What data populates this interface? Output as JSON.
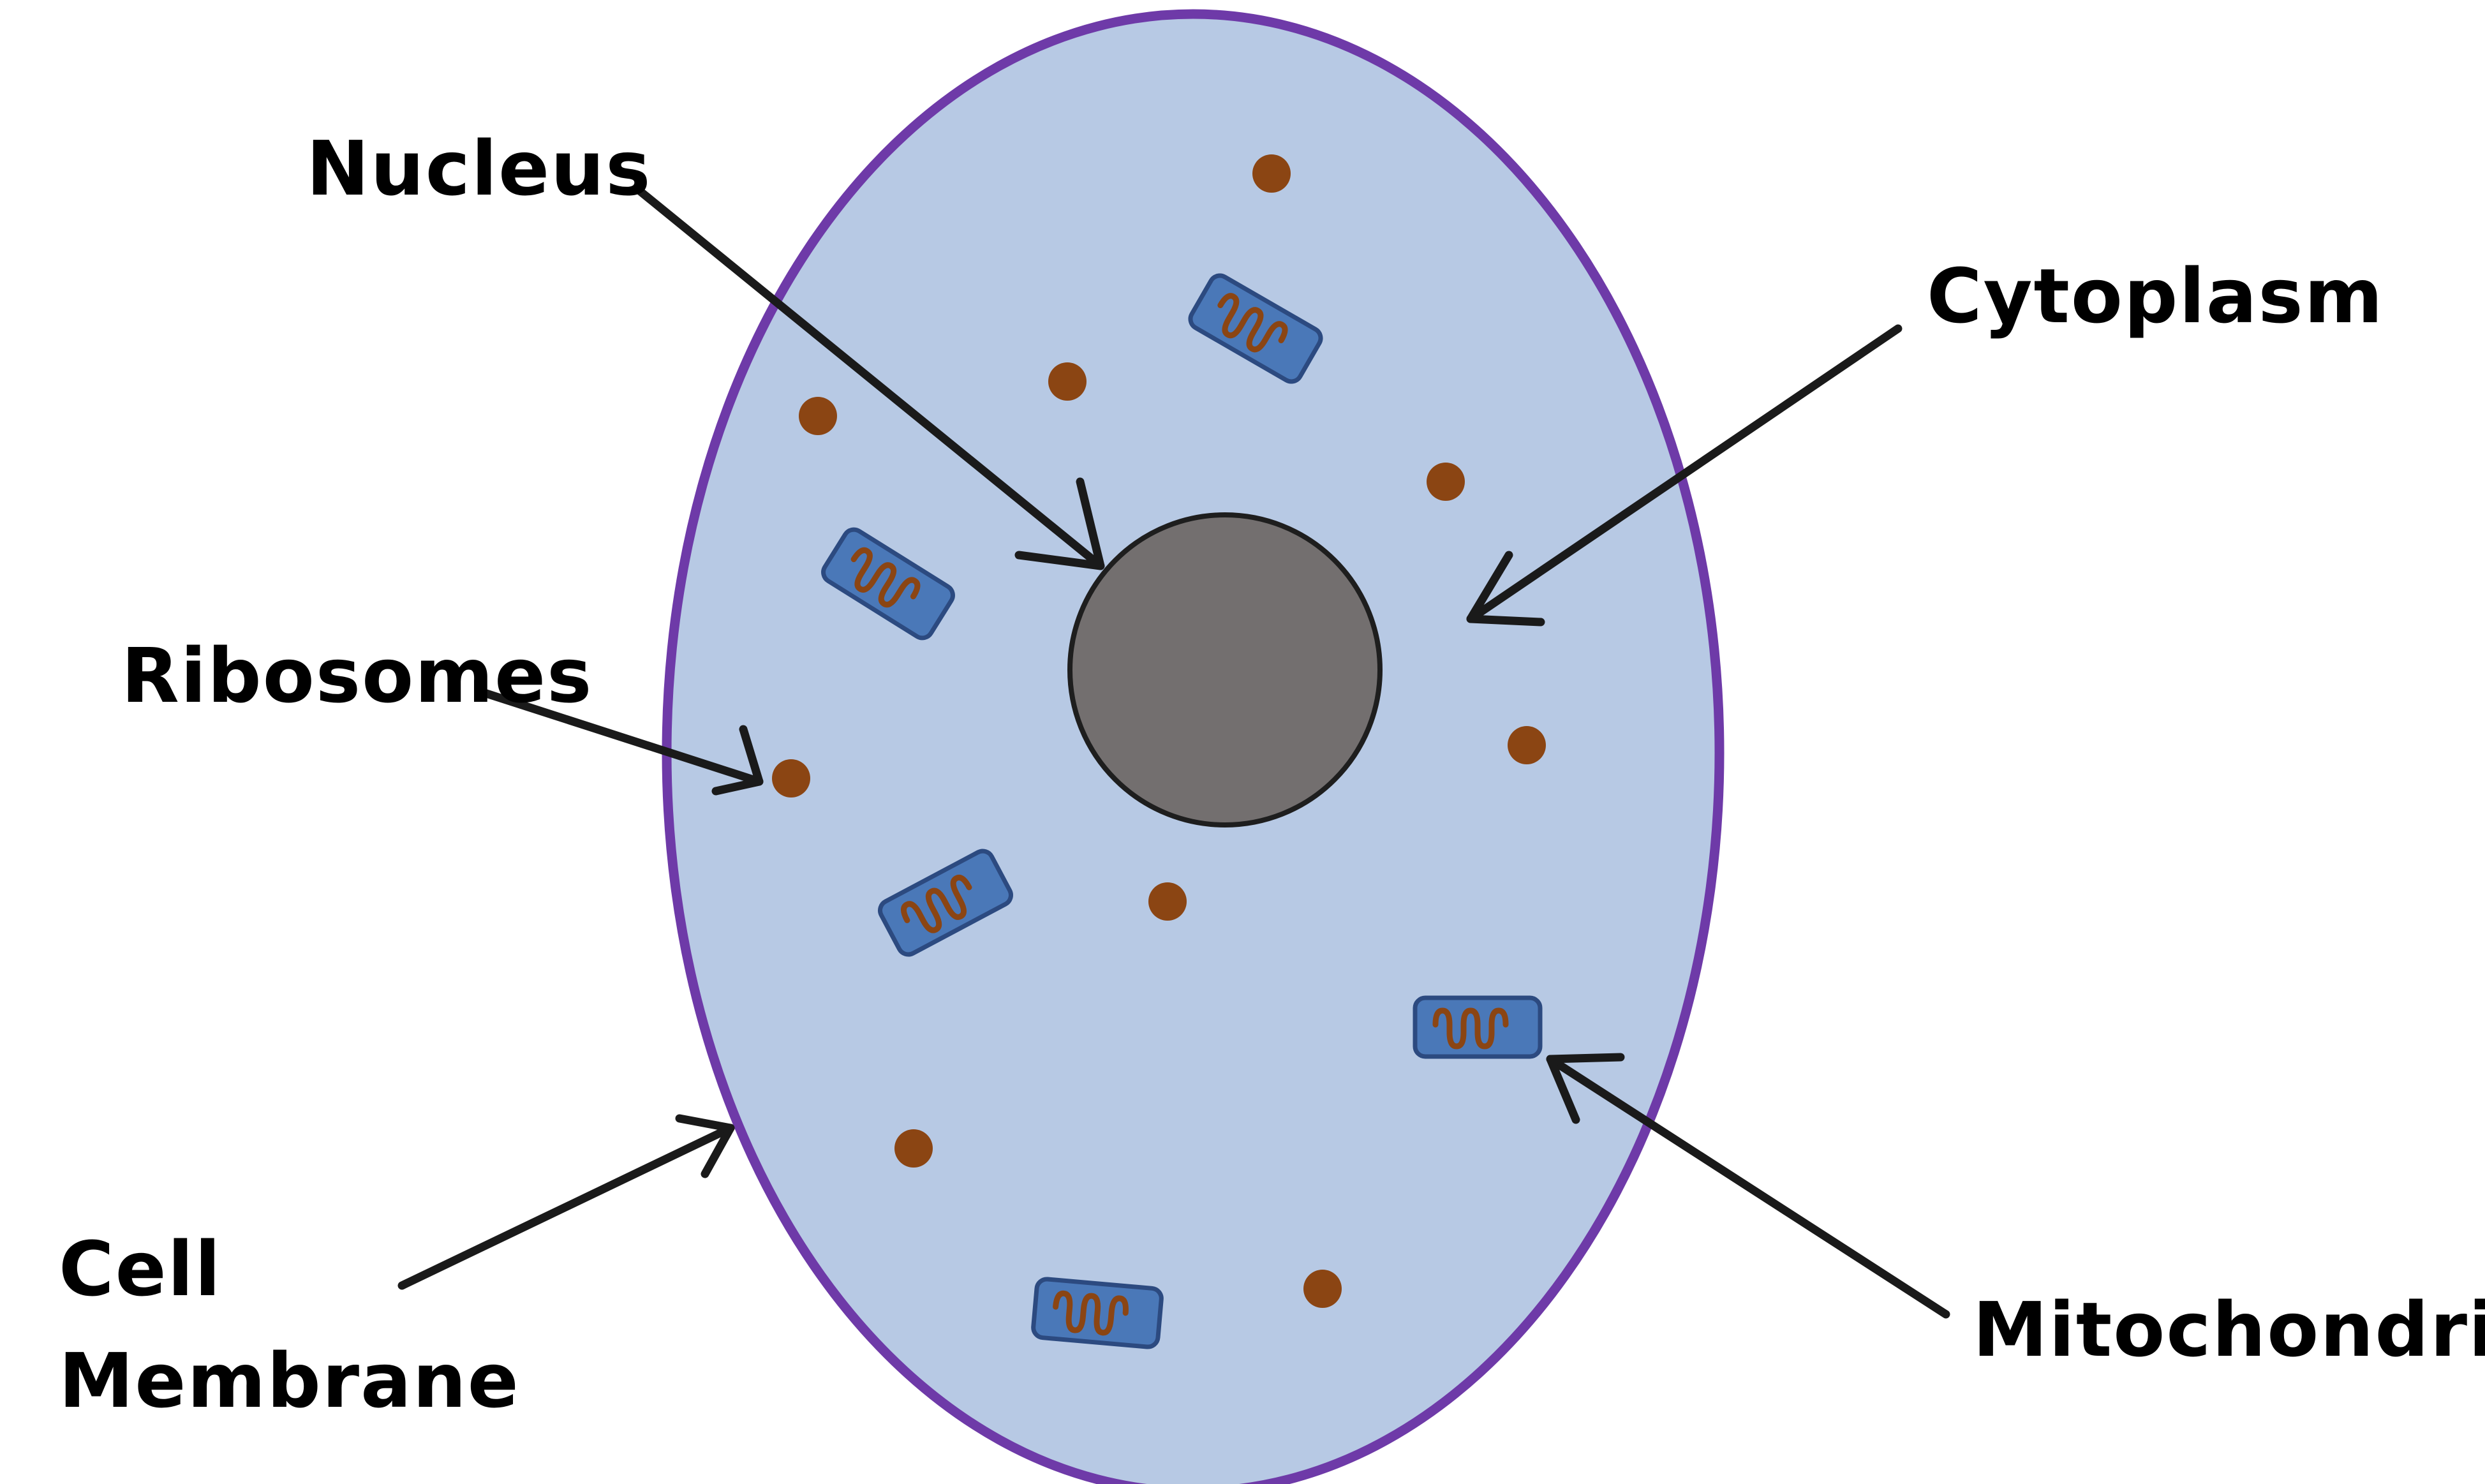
{
  "labels": {
    "nucleus": "Nucleus",
    "cytoplasm": "Cytoplasm",
    "ribosomes": "Ribosomes",
    "cell_membrane_line1": "Cell",
    "cell_membrane_line2": "Membrane",
    "mitochondria": "Mitochondria"
  },
  "colors": {
    "cytoplasm_fill": "#b7c9e4",
    "membrane_stroke": "#6e3aa8",
    "nucleus_fill": "#736f6f",
    "nucleus_stroke": "#1e1e1e",
    "ribosome_fill": "#8b4513",
    "mitochondria_fill": "#4a78b8",
    "mitochondria_stroke": "#2c4a80",
    "arrow_stroke": "#1a1a1a"
  }
}
